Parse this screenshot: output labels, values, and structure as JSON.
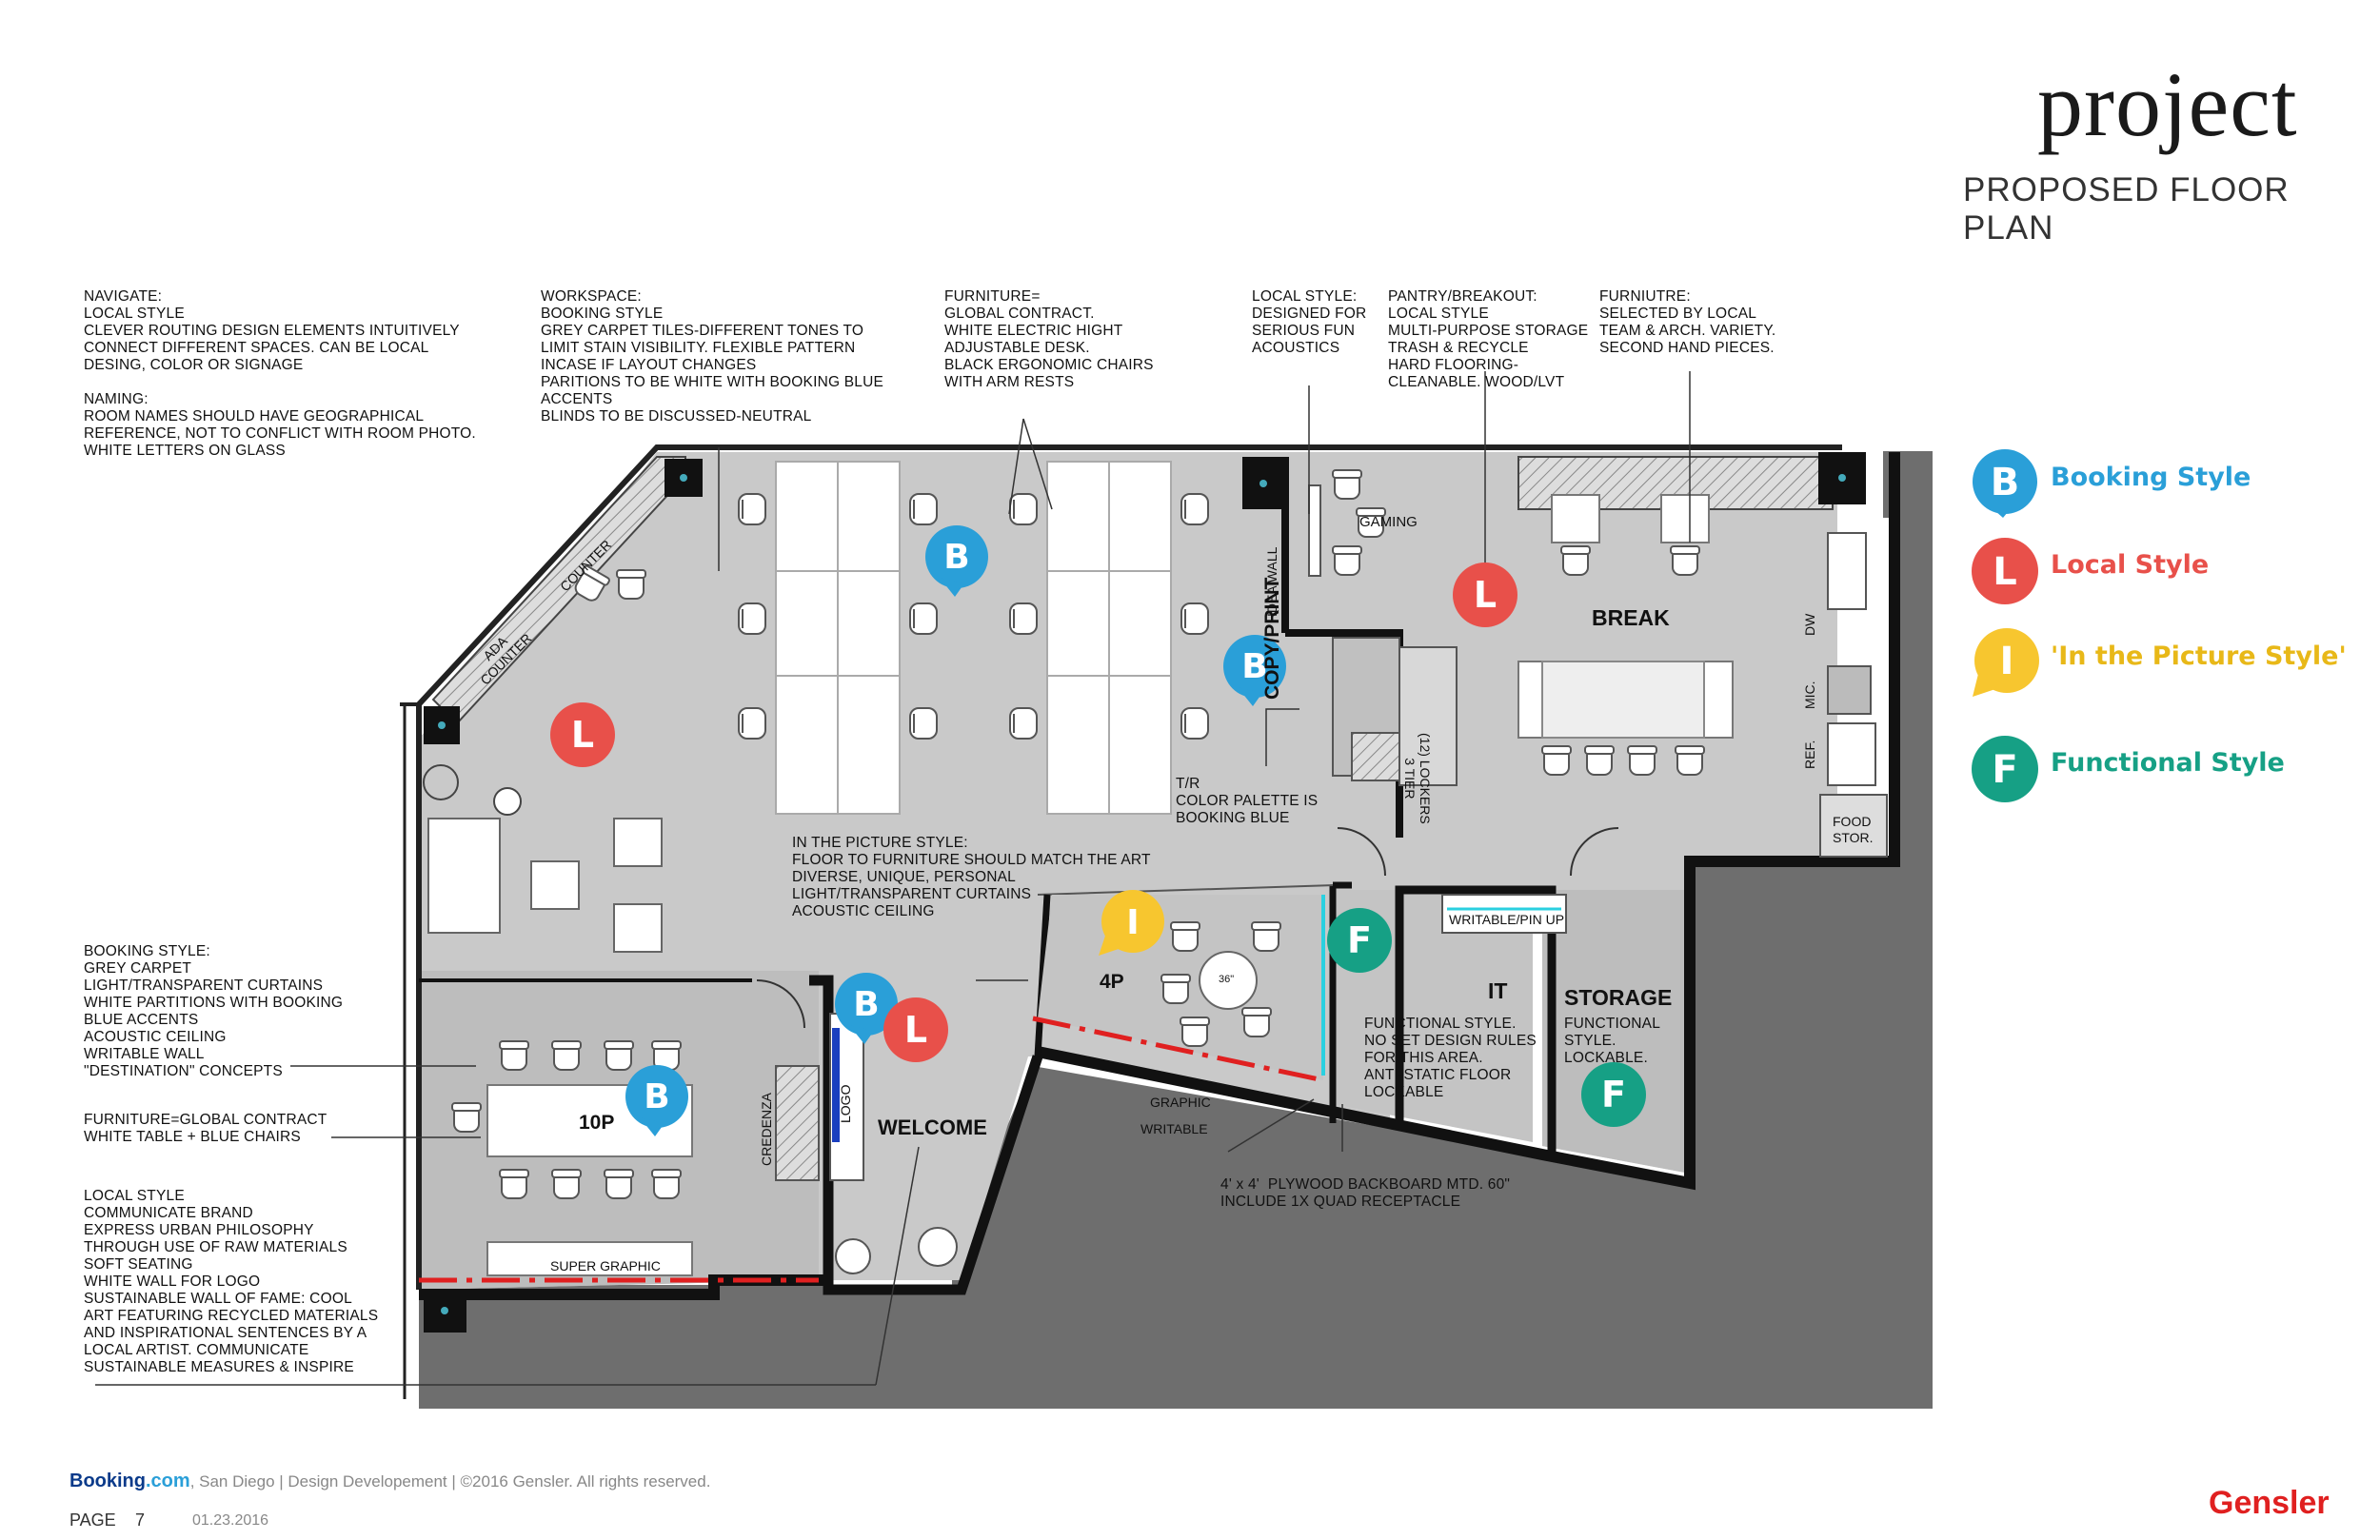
{
  "header": {
    "title": "project",
    "subtitle": "PROPOSED FLOOR PLAN"
  },
  "notes": {
    "navigate": "NAVIGATE:\nLOCAL STYLE\nCLEVER ROUTING DESIGN ELEMENTS INTUITIVELY\nCONNECT DIFFERENT SPACES. CAN BE LOCAL\nDESING, COLOR OR SIGNAGE\n\nNAMING:\nROOM NAMES SHOULD HAVE GEOGRAPHICAL\nREFERENCE, NOT TO CONFLICT WITH ROOM PHOTO.\nWHITE LETTERS ON GLASS",
    "workspace": "WORKSPACE:\nBOOKING STYLE\nGREY CARPET TILES-DIFFERENT TONES TO\nLIMIT STAIN VISIBILITY. FLEXIBLE PATTERN\nINCASE IF LAYOUT CHANGES\nPARITIONS TO BE WHITE WITH BOOKING BLUE\nACCENTS\nBLINDS TO BE DISCUSSED-NEUTRAL",
    "furniture": "FURNITURE=\nGLOBAL CONTRACT.\nWHITE ELECTRIC HIGHT\nADJUSTABLE DESK.\nBLACK ERGONOMIC CHAIRS\nWITH ARM RESTS",
    "local_style": "LOCAL STYLE:\nDESIGNED FOR\nSERIOUS FUN\nACOUSTICS",
    "pantry": "PANTRY/BREAKOUT:\nLOCAL STYLE\nMULTI-PURPOSE STORAGE\nTRASH & RECYCLE\nHARD FLOORING-\nCLEANABLE. WOOD/LVT",
    "furniutre": "FURNIUTRE:\nSELECTED BY LOCAL\nTEAM & ARCH. VARIETY.\nSECOND HAND PIECES.",
    "booking_style": "BOOKING STYLE:\nGREY CARPET\nLIGHT/TRANSPARENT CURTAINS\nWHITE PARTITIONS WITH BOOKING\nBLUE ACCENTS\nACOUSTIC CEILING\nWRITABLE WALL\n\"DESTINATION\" CONCEPTS",
    "furniture_global": "FURNITURE=GLOBAL CONTRACT\nWHITE TABLE + BLUE CHAIRS",
    "local_brand": "LOCAL STYLE\nCOMMUNICATE BRAND\nEXPRESS URBAN PHILOSOPHY\nTHROUGH USE OF RAW MATERIALS\nSOFT SEATING\nWHITE WALL FOR LOGO\nSUSTAINABLE WALL OF FAME: COOL\nART FEATURING RECYCLED MATERIALS\nAND INSPIRATIONAL SENTENCES BY A\nLOCAL ARTIST. COMMUNICATE\nSUSTAINABLE MEASURES & INSPIRE",
    "in_picture": "IN THE PICTURE STYLE:\nFLOOR TO FURNITURE SHOULD MATCH THE ART\nDIVERSE, UNIQUE, PERSONAL\nLIGHT/TRANSPARENT CURTAINS\nACOUSTIC CEILING",
    "tr_color": "T/R\nCOLOR PALETTE IS\nBOOKING BLUE",
    "functional": "FUNCTIONAL STYLE.\nNO SET DESIGN RULES\nFOR THIS AREA.\nANTI-STATIC FLOOR\nLOCKABLE",
    "storage_note": "FUNCTIONAL\nSTYLE.\nLOCKABLE.",
    "plywood": "4' x 4'  PLYWOOD BACKBOARD MTD. 60\"\nINCLUDE 1X QUAD RECEPTACLE"
  },
  "rooms": {
    "break": "BREAK",
    "it": "IT",
    "storage": "STORAGE",
    "welcome": "WELCOME",
    "ten_p": "10P",
    "four_p": "4P",
    "copy_print": "COPY/PRINT",
    "gaming": "GAMING",
    "idea_wall": "IDEA WALL",
    "lockers": "(12) LOCKERS\n3 TIER",
    "writable_pin_up": "WRITABLE/PIN UP",
    "graphic": "GRAPHIC",
    "writable": "WRITABLE",
    "super_graphic": "SUPER GRAPHIC",
    "credenza": "CREDENZA",
    "logo": "LOGO",
    "counter": "COUNTER",
    "ada_counter": "ADA\nCOUNTER",
    "dw": "DW",
    "mic": "MIC.",
    "ref": "REF.",
    "food_stor": "FOOD\nSTOR.",
    "table_size": "36\""
  },
  "legend": [
    {
      "letter": "B",
      "label": "Booking Style",
      "color": "#2a9fd8"
    },
    {
      "letter": "L",
      "label": "Local Style",
      "color": "#e8504a"
    },
    {
      "letter": "I",
      "label": "'In the Picture Style'",
      "color": "#f7c62f"
    },
    {
      "letter": "F",
      "label": "Functional Style",
      "color": "#16a085"
    }
  ],
  "footer": {
    "brand_main": "Booking",
    "brand_suffix": ".com",
    "info": ", San Diego | Design Developement | ©2016 Gensler.  All rights reserved.",
    "page_label": "PAGE",
    "page_number": "7",
    "date": "01.23.2016",
    "gensler": "Gensler"
  }
}
